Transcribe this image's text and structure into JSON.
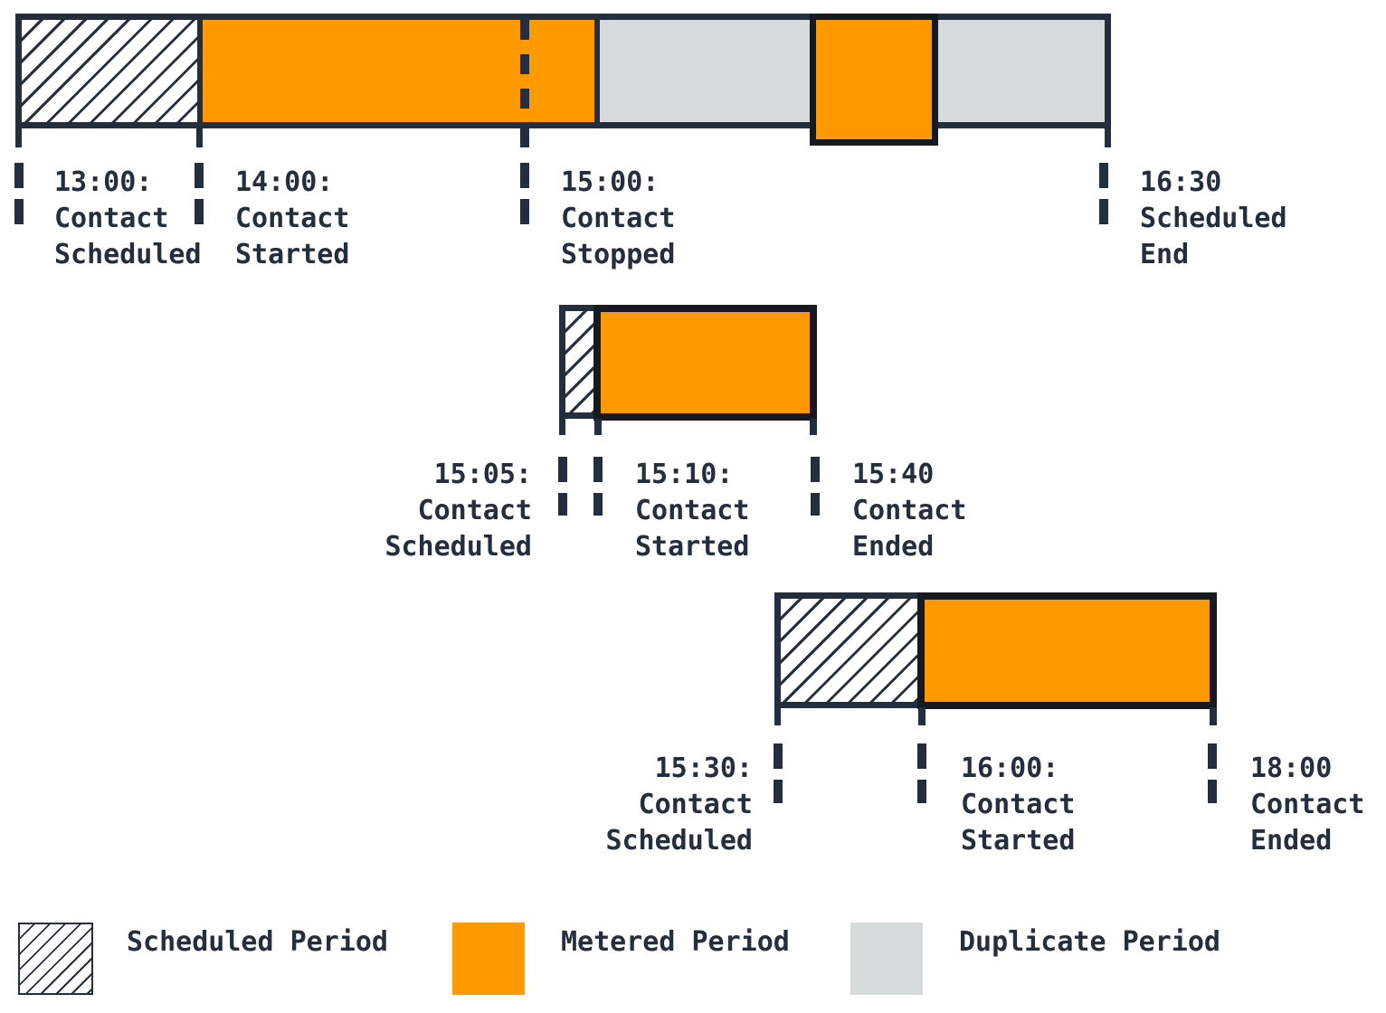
{
  "colors": {
    "navy": "#232f3e",
    "outline": "#16191f",
    "orange": "#ff9900",
    "gray": "#d5dbdb",
    "bg": "#ffffff"
  },
  "timeline_1": {
    "events": [
      {
        "label": "13:00:\nContact\nScheduled"
      },
      {
        "label": "14:00:\nContact\nStarted"
      },
      {
        "label": "15:00:\nContact\nStopped"
      },
      {
        "label": "16:30\nScheduled\nEnd"
      }
    ]
  },
  "timeline_2": {
    "events": [
      {
        "label": "15:05:\nContact\nScheduled"
      },
      {
        "label": "15:10:\nContact\nStarted"
      },
      {
        "label": "15:40\nContact\nEnded"
      }
    ]
  },
  "timeline_3": {
    "events": [
      {
        "label": "15:30:\nContact\nScheduled"
      },
      {
        "label": "16:00:\nContact\nStarted"
      },
      {
        "label": "18:00\nContact\nEnded"
      }
    ]
  },
  "legend": {
    "items": [
      {
        "swatch": "hatched",
        "label": "Scheduled Period"
      },
      {
        "swatch": "orange",
        "label": "Metered Period"
      },
      {
        "swatch": "gray",
        "label": "Duplicate Period"
      }
    ]
  }
}
